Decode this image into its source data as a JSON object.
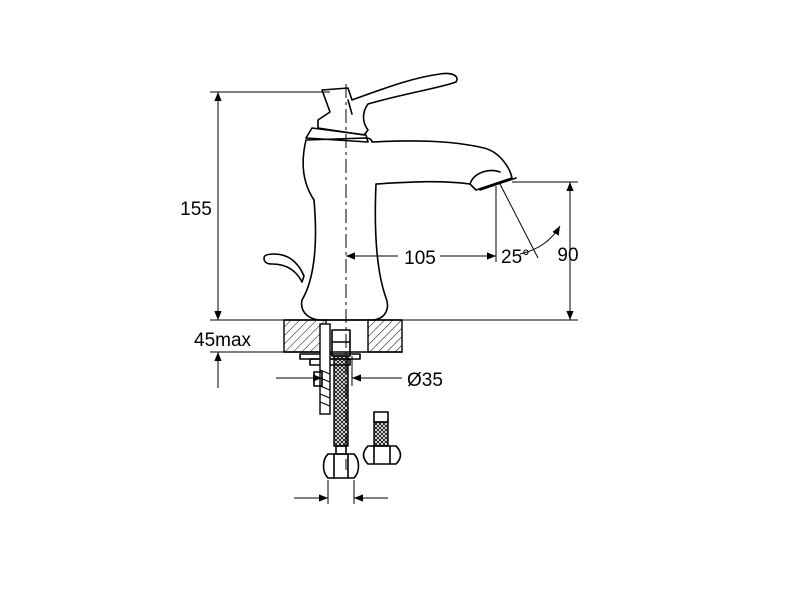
{
  "drawing": {
    "dimensions": {
      "total_height": "155",
      "spout_reach": "105",
      "spout_height": "90",
      "spout_angle": "25°",
      "counter_thickness": "45max",
      "hole_diameter": "Ø35"
    }
  }
}
